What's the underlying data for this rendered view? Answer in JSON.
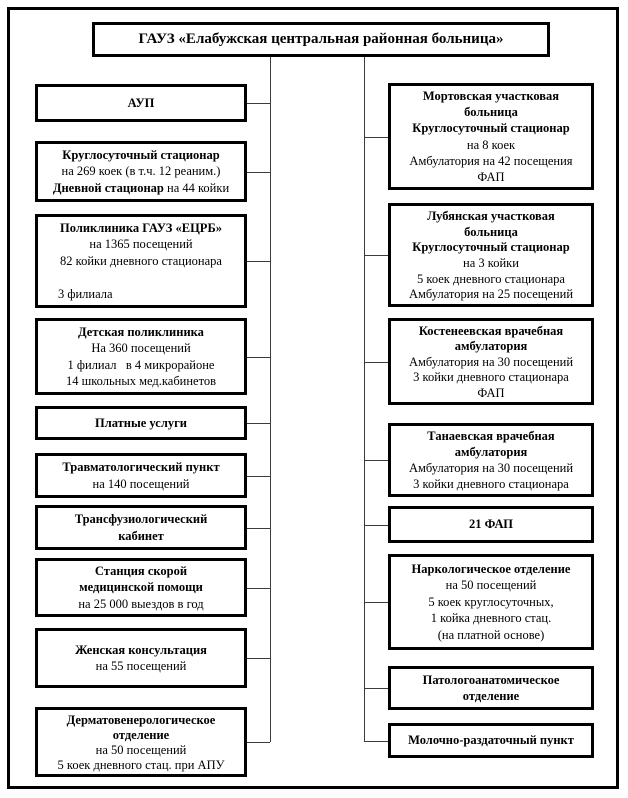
{
  "title": "ГАУЗ «Елабужская центральная районная больница»",
  "columns": {
    "left": [
      {
        "name": "aup",
        "lines": [
          {
            "segs": [
              {
                "t": "АУП",
                "b": true
              }
            ]
          }
        ]
      },
      {
        "name": "kruglosutochnyy-statsionar",
        "lines": [
          {
            "segs": [
              {
                "t": "Круглосуточный стационар",
                "b": true
              }
            ]
          },
          {
            "segs": [
              {
                "t": "на 269 коек (в т.ч. 12 реаним.)",
                "b": false
              }
            ]
          },
          {
            "segs": [
              {
                "t": "Дневной стационар",
                "b": true
              },
              {
                "t": " на 44 койки",
                "b": false
              }
            ]
          }
        ]
      },
      {
        "name": "poliklinika-gauz-ecrb",
        "lines": [
          {
            "segs": [
              {
                "t": "Поликлиника ГАУЗ «ЕЦРБ»",
                "b": true
              }
            ]
          },
          {
            "segs": [
              {
                "t": "на 1365 посещений",
                "b": false
              }
            ]
          },
          {
            "segs": [
              {
                "t": "82 койки дневного стационара",
                "b": false
              }
            ]
          },
          {
            "segs": [
              {
                "t": " ",
                "b": false
              }
            ]
          },
          {
            "segs": [
              {
                "t": "3 филиала",
                "b": false
              }
            ],
            "align": "left"
          }
        ]
      },
      {
        "name": "detskaya-poliklinika",
        "lines": [
          {
            "segs": [
              {
                "t": "Детская поликлиника",
                "b": true
              }
            ]
          },
          {
            "segs": [
              {
                "t": "На 360 посещений",
                "b": false
              }
            ]
          },
          {
            "segs": [
              {
                "t": "1 филиал   в 4 микрорайоне",
                "b": false
              }
            ]
          },
          {
            "segs": [
              {
                "t": "14 школьных мед.кабинетов",
                "b": false
              }
            ]
          }
        ]
      },
      {
        "name": "platnye-uslugi",
        "lines": [
          {
            "segs": [
              {
                "t": "Платные услуги",
                "b": true
              }
            ]
          }
        ]
      },
      {
        "name": "travmatologicheskiy-punkt",
        "lines": [
          {
            "segs": [
              {
                "t": "Травматологический пункт",
                "b": true
              }
            ]
          },
          {
            "segs": [
              {
                "t": "на 140 посещений",
                "b": false
              }
            ]
          }
        ]
      },
      {
        "name": "transfuziologicheskiy-kabinet",
        "lines": [
          {
            "segs": [
              {
                "t": "Трансфузиологический",
                "b": true
              }
            ]
          },
          {
            "segs": [
              {
                "t": "кабинет",
                "b": true
              }
            ]
          }
        ]
      },
      {
        "name": "stantsiya-skoroy-meditsinskoy-pomoshchi",
        "lines": [
          {
            "segs": [
              {
                "t": "Станция скорой",
                "b": true
              }
            ]
          },
          {
            "segs": [
              {
                "t": "медицинской помощи",
                "b": true
              }
            ]
          },
          {
            "segs": [
              {
                "t": "на 25 000 выездов в год",
                "b": false
              }
            ]
          }
        ]
      },
      {
        "name": "zhenskaya-konsultatsiya",
        "lines": [
          {
            "segs": [
              {
                "t": "Женская консультация",
                "b": true
              }
            ]
          },
          {
            "segs": [
              {
                "t": "на 55 посещений",
                "b": false
              }
            ]
          }
        ]
      },
      {
        "name": "dermatovenerologicheskoe-otdelenie",
        "lines": [
          {
            "segs": [
              {
                "t": "Дерматовенерологическое",
                "b": true
              }
            ]
          },
          {
            "segs": [
              {
                "t": "отделение",
                "b": true
              }
            ]
          },
          {
            "segs": [
              {
                "t": "на 50 посещений",
                "b": false
              }
            ]
          },
          {
            "segs": [
              {
                "t": "5 коек дневного стац. при АПУ",
                "b": false
              }
            ]
          }
        ]
      }
    ],
    "right": [
      {
        "name": "mortovskaya-uchastkovaya-bolnitsa",
        "lines": [
          {
            "segs": [
              {
                "t": "Мортовская участковая",
                "b": true
              }
            ]
          },
          {
            "segs": [
              {
                "t": "больница",
                "b": true
              }
            ]
          },
          {
            "segs": [
              {
                "t": "Круглосуточный стационар",
                "b": true
              }
            ]
          },
          {
            "segs": [
              {
                "t": "на 8 коек",
                "b": false
              }
            ]
          },
          {
            "segs": [
              {
                "t": "Амбулатория на 42 посещения",
                "b": false
              }
            ]
          },
          {
            "segs": [
              {
                "t": "ФАП",
                "b": false
              }
            ]
          }
        ]
      },
      {
        "name": "lubyanskaya-uchastkovaya-bolnitsa",
        "lines": [
          {
            "segs": [
              {
                "t": "Лубянская участковая",
                "b": true
              }
            ]
          },
          {
            "segs": [
              {
                "t": "больница",
                "b": true
              }
            ]
          },
          {
            "segs": [
              {
                "t": "Круглосуточный стационар",
                "b": true
              }
            ]
          },
          {
            "segs": [
              {
                "t": "на 3 койки",
                "b": false
              }
            ]
          },
          {
            "segs": [
              {
                "t": "5 коек дневного стационара",
                "b": false
              }
            ]
          },
          {
            "segs": [
              {
                "t": "Амбулатория на 25 посещений",
                "b": false
              }
            ]
          }
        ]
      },
      {
        "name": "kosteneevskaya-vrachebnaya-ambulatoriya",
        "lines": [
          {
            "segs": [
              {
                "t": "Костенеевская врачебная",
                "b": true
              }
            ]
          },
          {
            "segs": [
              {
                "t": "амбулатория",
                "b": true
              }
            ]
          },
          {
            "segs": [
              {
                "t": "Амбулатория на 30 посещений",
                "b": false
              }
            ]
          },
          {
            "segs": [
              {
                "t": "3 койки дневного стационара",
                "b": false
              }
            ]
          },
          {
            "segs": [
              {
                "t": "ФАП",
                "b": false
              }
            ]
          }
        ]
      },
      {
        "name": "tanaevskaya-vrachebnaya-ambulatoriya",
        "lines": [
          {
            "segs": [
              {
                "t": "Танаевская врачебная",
                "b": true
              }
            ]
          },
          {
            "segs": [
              {
                "t": "амбулатория",
                "b": true
              }
            ]
          },
          {
            "segs": [
              {
                "t": "Амбулатория на 30 посещений",
                "b": false
              }
            ]
          },
          {
            "segs": [
              {
                "t": "3 койки дневного стационара",
                "b": false
              }
            ]
          }
        ]
      },
      {
        "name": "fap-21",
        "lines": [
          {
            "segs": [
              {
                "t": "21 ФАП",
                "b": true
              }
            ]
          }
        ]
      },
      {
        "name": "narkologicheskoe-otdelenie",
        "lines": [
          {
            "segs": [
              {
                "t": "Наркологическое отделение",
                "b": true
              }
            ]
          },
          {
            "segs": [
              {
                "t": "на 50 посещений",
                "b": false
              }
            ]
          },
          {
            "segs": [
              {
                "t": "5 коек круглосуточных,",
                "b": false
              }
            ]
          },
          {
            "segs": [
              {
                "t": "1 койка дневного стац.",
                "b": false
              }
            ]
          },
          {
            "segs": [
              {
                "t": "(на платной основе)",
                "b": false
              }
            ]
          }
        ]
      },
      {
        "name": "patologoanatomicheskoe-otdelenie",
        "lines": [
          {
            "segs": [
              {
                "t": "Патологоанатомическое",
                "b": true
              }
            ]
          },
          {
            "segs": [
              {
                "t": "отделение",
                "b": true
              }
            ]
          }
        ]
      },
      {
        "name": "molochno-razdatochnyy-punkt",
        "lines": [
          {
            "segs": [
              {
                "t": "Молочно-раздаточный пункт",
                "b": true
              }
            ]
          }
        ]
      }
    ]
  }
}
